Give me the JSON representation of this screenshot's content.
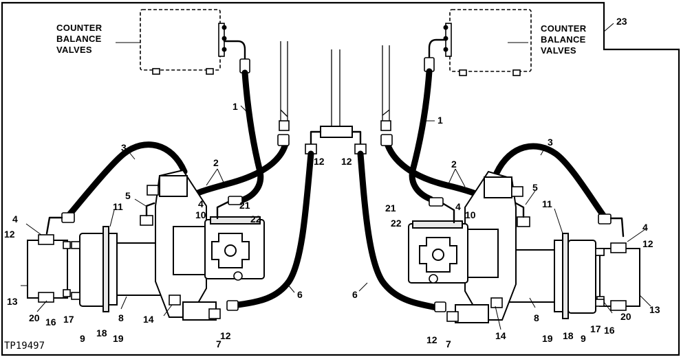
{
  "figure_id": "TP19497",
  "callouts": {
    "counterbalance_left": [
      "COUNTER",
      "BALANCE",
      "VALVES"
    ],
    "counterbalance_right": [
      "COUNTER",
      "BALANCE",
      "VALVES"
    ],
    "n1": "1",
    "n2": "2",
    "n3": "3",
    "n4": "4",
    "n5": "5",
    "n6": "6",
    "n7": "7",
    "n8": "8",
    "n9": "9",
    "n10": "10",
    "n11": "11",
    "n12": "12",
    "n13": "13",
    "n14": "14",
    "n16": "16",
    "n17": "17",
    "n18": "18",
    "n19": "19",
    "n20": "20",
    "n21": "21",
    "n22": "22",
    "n23": "23"
  }
}
